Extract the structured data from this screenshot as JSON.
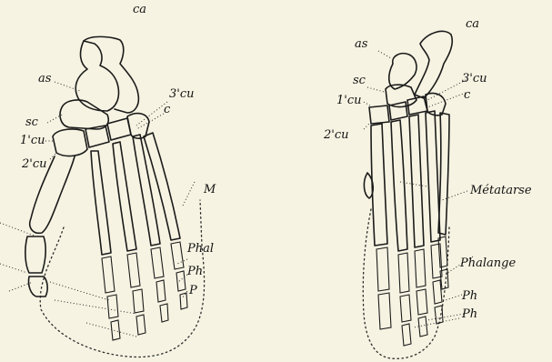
{
  "left_foot": {
    "labels": {
      "ca": "ca",
      "as": "as",
      "sc": "sc",
      "cu1": "1'cu",
      "cu2": "2'cu",
      "cu3": "3'cu",
      "c": "c",
      "m": "M",
      "phal": "Phal",
      "ph": "Ph",
      "p": "P"
    }
  },
  "right_foot": {
    "labels": {
      "ca": "ca",
      "as": "as",
      "sc": "sc",
      "cu1": "1'cu",
      "cu2": "2'cu",
      "cu3": "3'cu",
      "c": "c",
      "metatarse": "Métatarse",
      "phalange": "Phalange",
      "ph1": "Ph",
      "ph2": "Ph"
    }
  },
  "colors": {
    "paper": "#f6f3e2",
    "ink": "#1b1b1b"
  }
}
